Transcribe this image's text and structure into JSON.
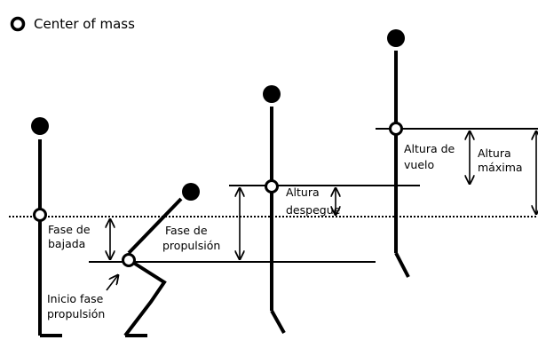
{
  "legend": {
    "label": "Center of mass"
  },
  "labels": {
    "fase_bajada_1": "Fase de",
    "fase_bajada_2": "bajada",
    "fase_propulsion_1": "Fase de",
    "fase_propulsion_2": "propulsión",
    "inicio_1": "Inicio fase",
    "inicio_2": "propulsión",
    "despegue_1": "Altura",
    "despegue_2": "despegue",
    "vuelo_1": "Altura de",
    "vuelo_2": "vuelo",
    "maxima_1": "Altura",
    "maxima_2": "máxima"
  },
  "colors": {
    "ink": "#000000",
    "background": "#ffffff"
  }
}
